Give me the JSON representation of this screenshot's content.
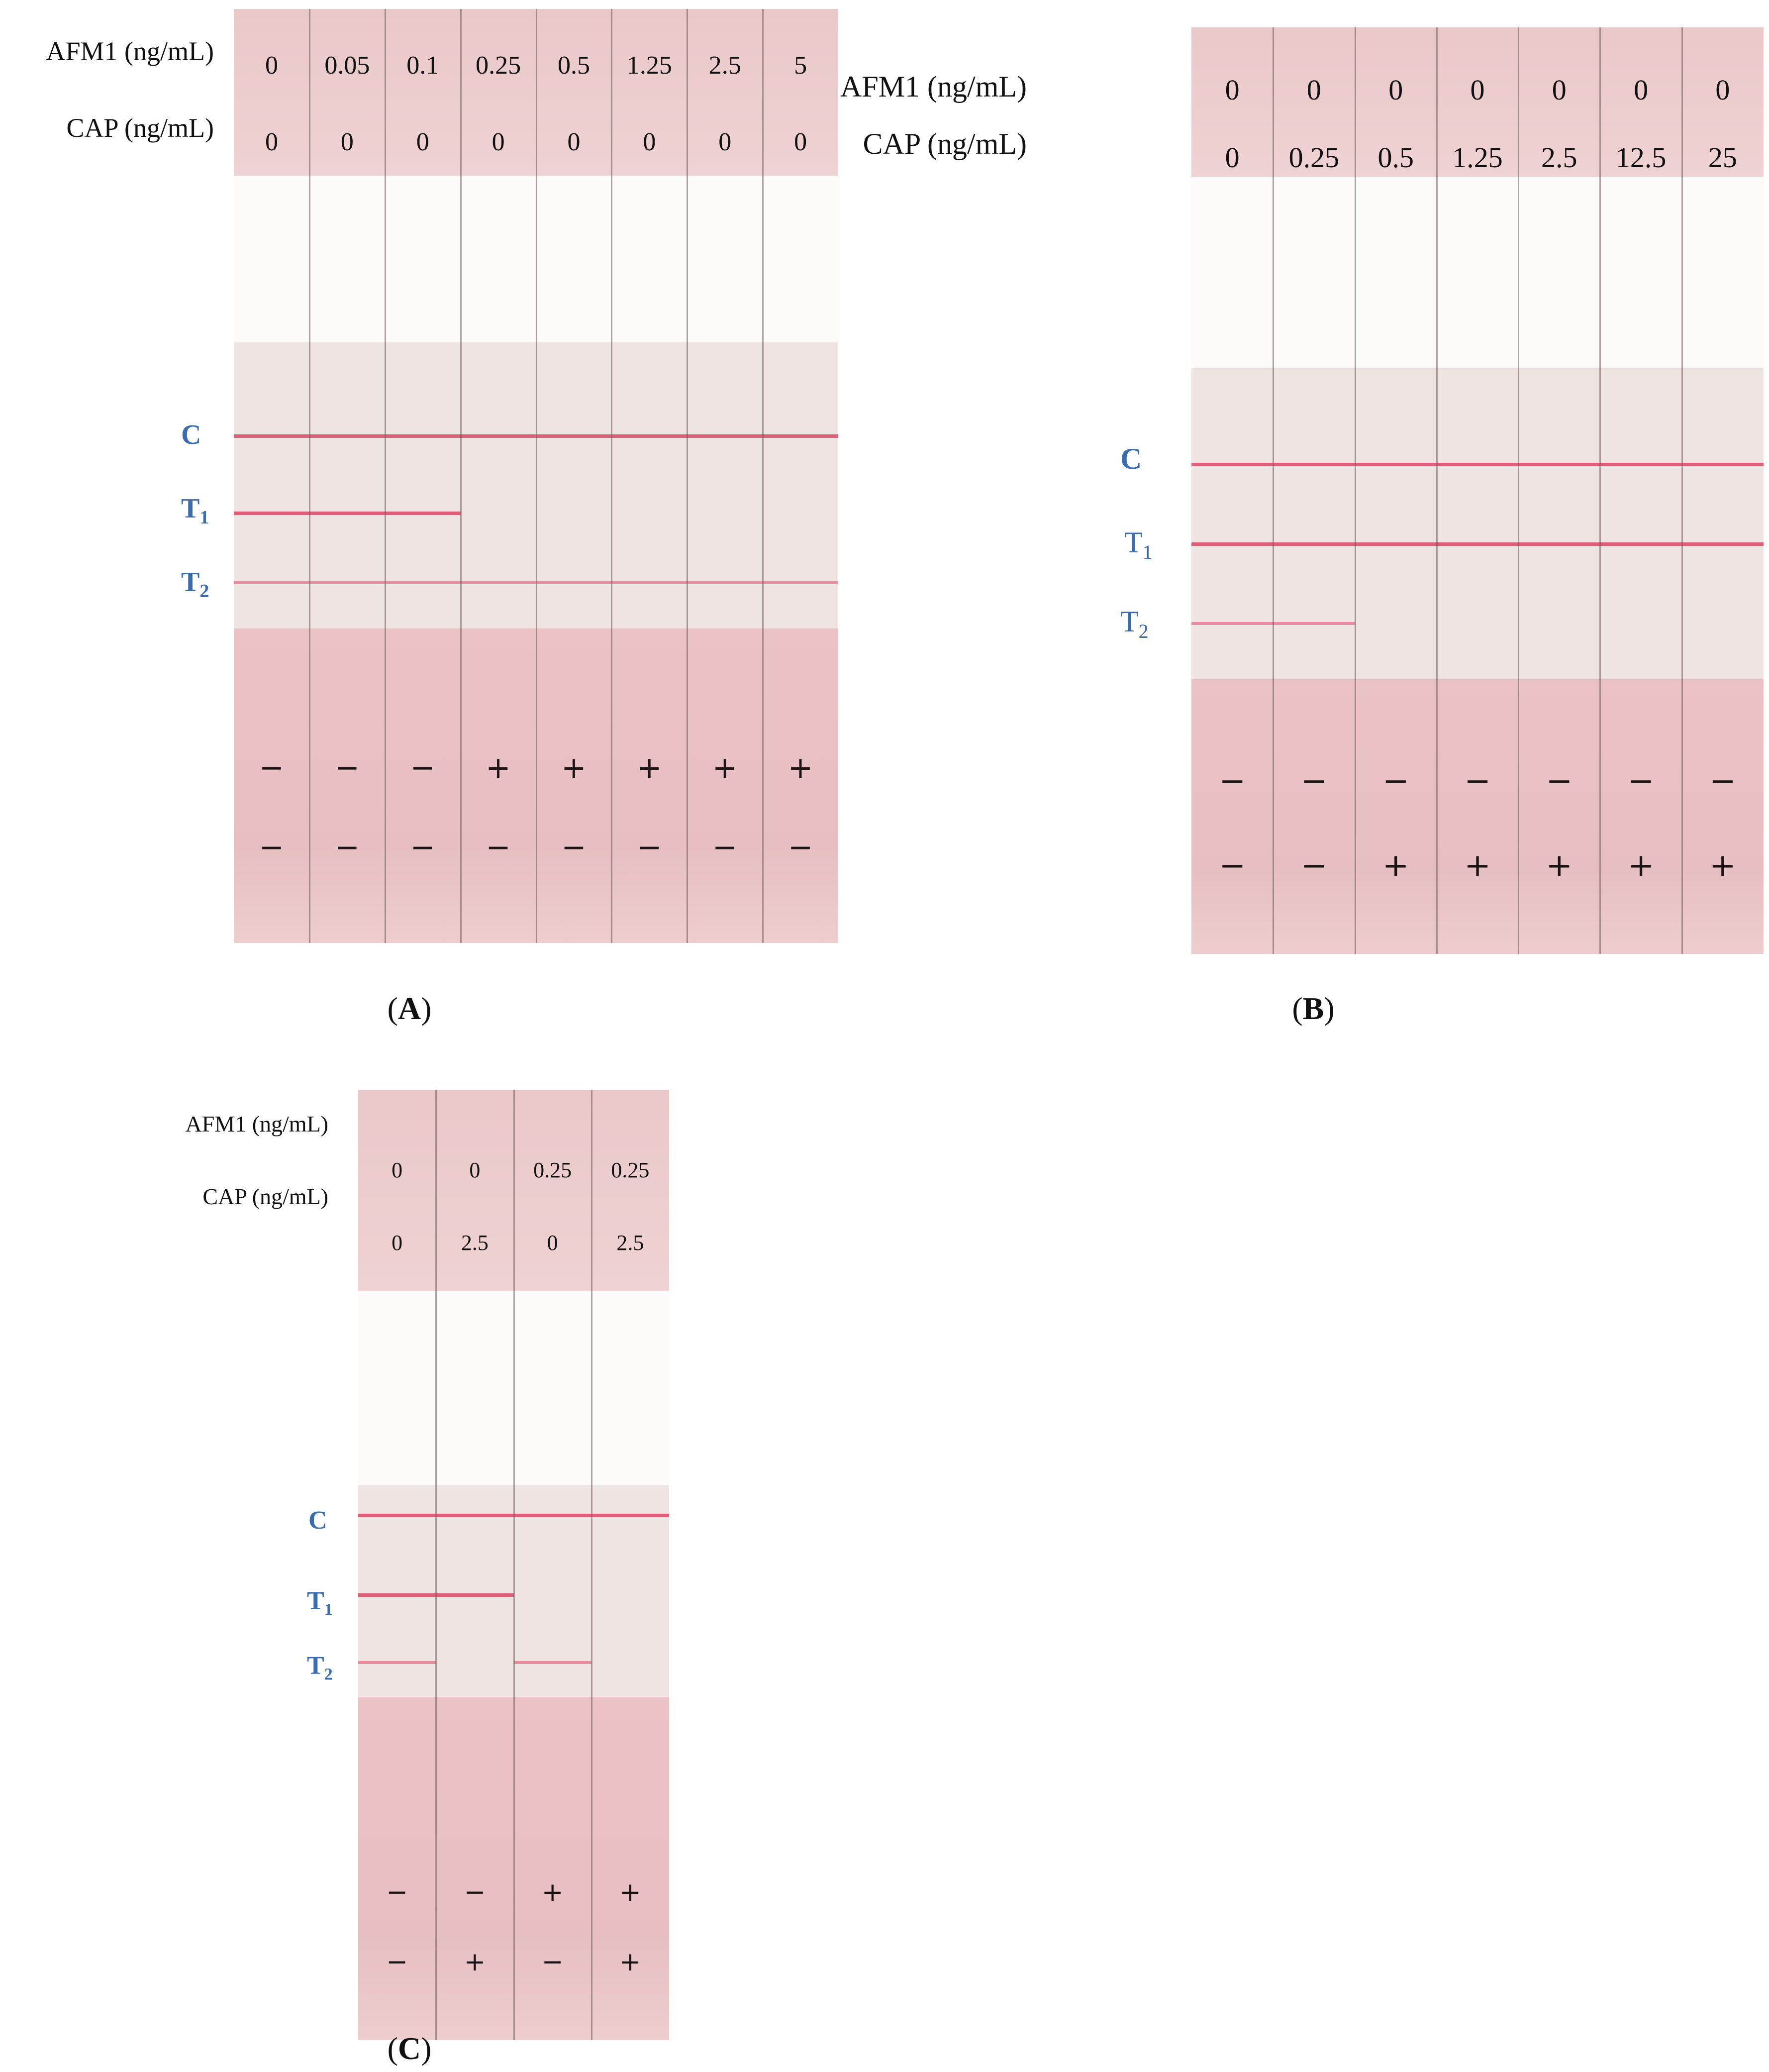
{
  "panels": [
    {
      "id": "A",
      "row_labels": [
        "AFM1 (ng/mL)",
        "CAP (ng/mL)"
      ],
      "afm1": [
        "0",
        "0.05",
        "0.1",
        "0.25",
        "0.5",
        "1.25",
        "2.5",
        "5"
      ],
      "cap": [
        "0",
        "0",
        "0",
        "0",
        "0",
        "0",
        "0",
        "0"
      ],
      "line_labels": {
        "c": "C",
        "t1": "T",
        "t1_sub": "1",
        "t2": "T",
        "t2_sub": "2"
      },
      "t1_present": [
        true,
        true,
        true,
        false,
        false,
        false,
        false,
        false
      ],
      "t2_present": [
        true,
        true,
        true,
        true,
        true,
        true,
        true,
        true
      ],
      "signs_afm1": [
        "−",
        "−",
        "−",
        "+",
        "+",
        "+",
        "+",
        "+"
      ],
      "signs_cap": [
        "−",
        "−",
        "−",
        "−",
        "−",
        "−",
        "−",
        "−"
      ],
      "caption_open": "(",
      "caption_letter": "A",
      "caption_close": ")"
    },
    {
      "id": "B",
      "row_labels": [
        "AFM1 (ng/mL)",
        "CAP (ng/mL)"
      ],
      "afm1": [
        "0",
        "0",
        "0",
        "0",
        "0",
        "0",
        "0"
      ],
      "cap": [
        "0",
        "0.25",
        "0.5",
        "1.25",
        "2.5",
        "12.5",
        "25"
      ],
      "line_labels": {
        "c": "C",
        "t1": "T",
        "t1_sub": "1",
        "t2": "T",
        "t2_sub": "2"
      },
      "t1_present": [
        true,
        true,
        true,
        true,
        true,
        true,
        true
      ],
      "t2_present": [
        true,
        true,
        false,
        false,
        false,
        false,
        false
      ],
      "signs_afm1": [
        "−",
        "−",
        "−",
        "−",
        "−",
        "−",
        "−"
      ],
      "signs_cap": [
        "−",
        "−",
        "+",
        "+",
        "+",
        "+",
        "+"
      ],
      "caption_open": "(",
      "caption_letter": "B",
      "caption_close": ")"
    },
    {
      "id": "C",
      "row_labels": [
        "AFM1 (ng/mL)",
        "CAP (ng/mL)"
      ],
      "afm1": [
        "0",
        "0",
        "0.25",
        "0.25"
      ],
      "cap": [
        "0",
        "2.5",
        "0",
        "2.5"
      ],
      "line_labels": {
        "c": "C",
        "t1": "T",
        "t1_sub": "1",
        "t2": "T",
        "t2_sub": "2"
      },
      "t1_present": [
        true,
        true,
        false,
        false
      ],
      "t2_present": [
        true,
        false,
        true,
        false
      ],
      "signs_afm1": [
        "−",
        "−",
        "+",
        "+"
      ],
      "signs_cap": [
        "−",
        "+",
        "−",
        "+"
      ],
      "caption_open": "(",
      "caption_letter": "C",
      "caption_close": ")"
    }
  ]
}
